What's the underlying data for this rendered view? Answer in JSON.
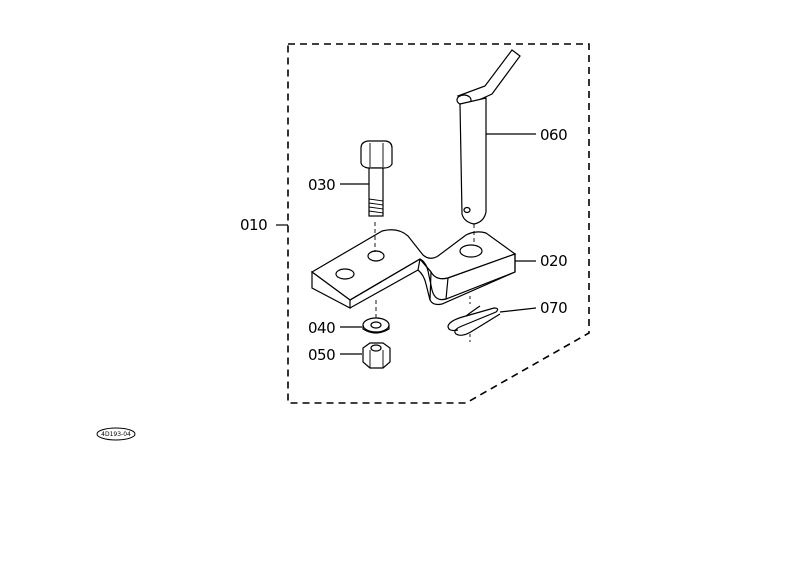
{
  "diagram": {
    "part_labels": {
      "assembly": "010",
      "bracket": "020",
      "bolt": "030",
      "washer": "040",
      "nut": "050",
      "pin": "060",
      "clip": "070"
    },
    "stamp": "4D193-04"
  }
}
